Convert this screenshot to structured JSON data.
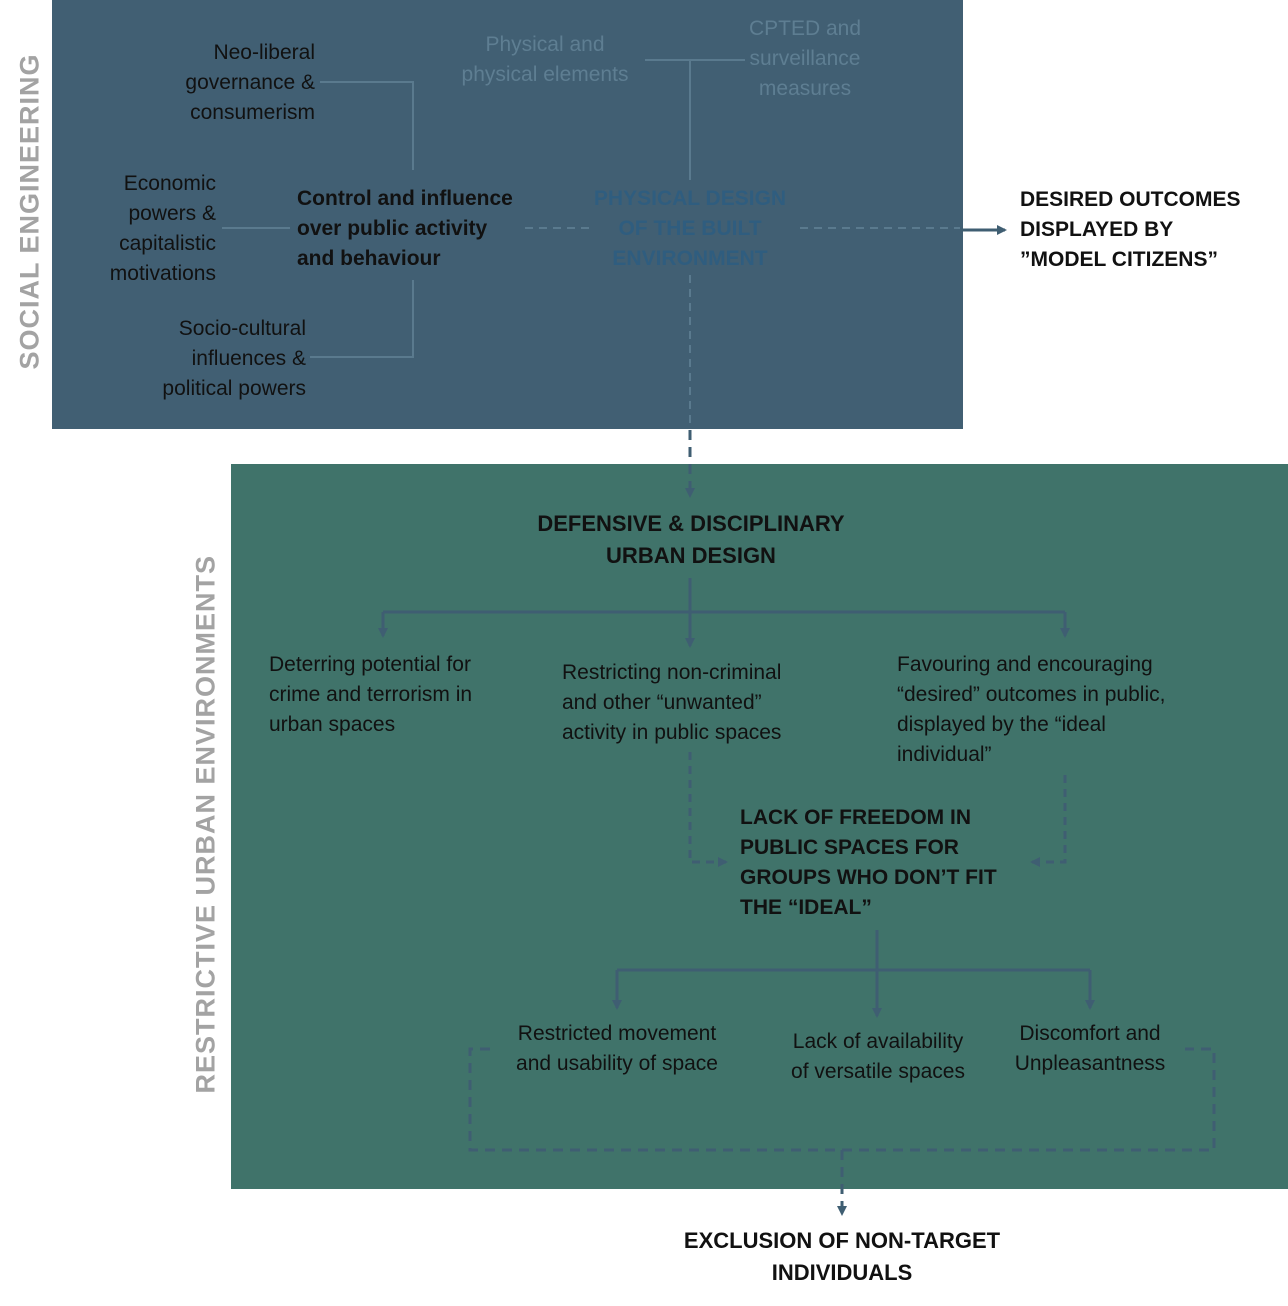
{
  "sections": {
    "social_engineering": "SOCIAL ENGINEERING",
    "restrictive_environments": "RESTRICTIVE URBAN ENVIRONMENTS"
  },
  "drivers": {
    "neoliberal": "Neo-liberal\ngovernance &\nconsumerism",
    "economic": "Economic\npowers &\ncapitalistic\nmotivations",
    "sociocultural": "Socio-cultural\ninfluences &\npolitical powers"
  },
  "faint_nodes": {
    "left": "Physical and\nphysical elements",
    "right": "CPTED and\nsurveillance\nmeasures"
  },
  "control": "Control and influence\nover public activity\nand behaviour",
  "physical_design": "PHYSICAL DESIGN\nOF THE BUILT\nENVIRONMENT",
  "desired_outcomes": "DESIRED OUTCOMES\nDISPLAYED BY\n”MODEL CITIZENS”",
  "defensive": "DEFENSIVE & DISCIPLINARY\nURBAN DESIGN",
  "branches": {
    "deterring": "Deterring potential for\ncrime and terrorism in\nurban spaces",
    "restricting": "Restricting non-criminal\nand other “unwanted”\nactivity in public spaces",
    "favouring": "Favouring and encouraging\n“desired” outcomes in public,\ndisplayed by the “ideal\nindividual”"
  },
  "lack_of_freedom": "LACK OF FREEDOM IN\nPUBLIC SPACES FOR\nGROUPS WHO DON’T FIT\nTHE “IDEAL”",
  "effects": {
    "restricted": "Restricted movement\nand usability of space",
    "availability": "Lack of availability\nof versatile spaces",
    "discomfort": "Discomfort and\nUnpleasantness"
  },
  "exclusion": "EXCLUSION OF NON-TARGET\nINDIVIDUALS",
  "colors": {
    "social_panel": "#415f73",
    "restrictive_panel": "#40736a",
    "connector": "#3f5e72",
    "section_label": "#a3a3a3"
  }
}
